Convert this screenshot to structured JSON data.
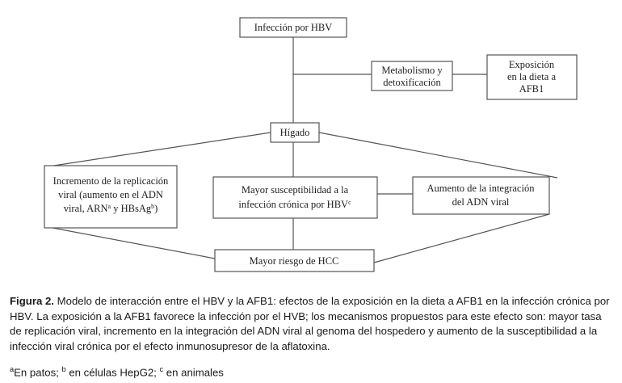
{
  "nodes": {
    "hbv": {
      "lines": [
        "Infección por HBV"
      ]
    },
    "metabolismo": {
      "lines": [
        "Metabolismo y",
        "detoxificación"
      ]
    },
    "exposicion": {
      "lines": [
        "Exposición",
        "en la dieta a",
        "AFB1"
      ]
    },
    "higado": {
      "lines": [
        "Hígado"
      ]
    },
    "replicacion": {
      "lines": [
        "Incremento de la replicación",
        "viral (aumento en el ADN",
        "viral, ARN",
        "a",
        " y HBsAg",
        "b",
        ")"
      ]
    },
    "susceptibilidad": {
      "lines": [
        "Mayor susceptibilidad a la",
        "infección crónica por HBV",
        "c"
      ]
    },
    "integracion": {
      "lines": [
        "Aumento de la integración",
        "del ADN viral"
      ]
    },
    "hcc": {
      "lines": [
        "Mayor riesgo de HCC"
      ]
    }
  },
  "caption": {
    "label": "Figura 2.",
    "text": " Modelo de interacción entre el HBV y la AFB1: efectos de la exposición en la dieta a AFB1 en la infección crónica por HBV. La exposición a la AFB1 favorece la infección por el HVB; los mecanismos propuestos para este efecto son: mayor tasa de replicación viral, incremento en la integración del ADN viral al genoma del hospedero y aumento de la susceptibilidad a la infección viral crónica por el efecto inmunosupresor de la aflatoxina."
  },
  "footnote": {
    "a_mark": "a",
    "a_text": "En patos; ",
    "b_mark": "b",
    "b_text": " en células HepG2; ",
    "c_mark": "c",
    "c_text": " en animales"
  }
}
